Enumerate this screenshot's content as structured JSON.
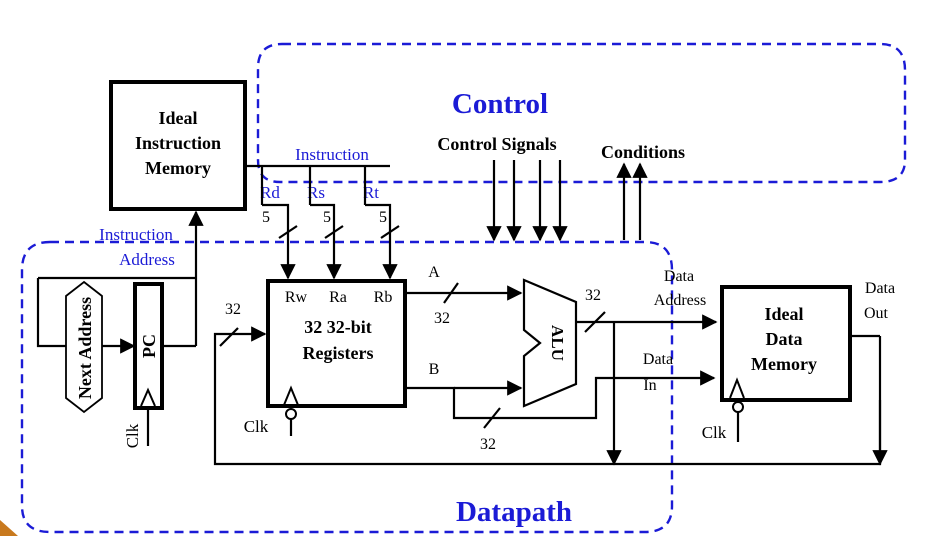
{
  "regions": {
    "control_title": "Control",
    "datapath_title": "Datapath"
  },
  "instruction_memory": {
    "line1": "Ideal",
    "line2": "Instruction",
    "line3": "Memory"
  },
  "instruction_label": "Instruction",
  "instruction_address_label": {
    "line1": "Instruction",
    "line2": "Address"
  },
  "control_signals_label": "Control Signals",
  "conditions_label": "Conditions",
  "register_fields": {
    "rd": "Rd",
    "rs": "Rs",
    "rt": "Rt",
    "width": "5"
  },
  "register_file": {
    "port_rw": "Rw",
    "port_ra": "Ra",
    "port_rb": "Rb",
    "line1": "32 32-bit",
    "line2": "Registers",
    "clk": "Clk"
  },
  "next_address": "Next Address",
  "pc": {
    "label": "PC",
    "clk": "Clk"
  },
  "bus_width": "32",
  "bus_a": "A",
  "bus_b": "B",
  "alu": "ALU",
  "data_address": {
    "line1": "Data",
    "line2": "Address"
  },
  "data_in": {
    "line1": "Data",
    "line2": "In"
  },
  "data_memory": {
    "line1": "Ideal",
    "line2": "Data",
    "line3": "Memory",
    "clk": "Clk"
  },
  "data_out": {
    "line1": "Data",
    "line2": "Out"
  }
}
